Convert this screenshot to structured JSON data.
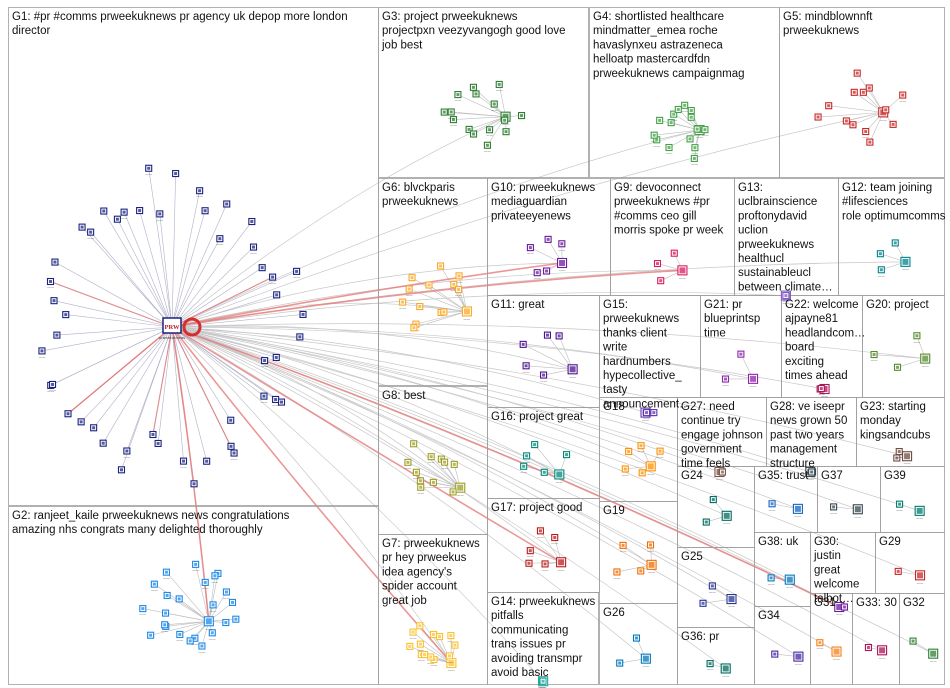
{
  "groups": [
    {
      "id": "G1",
      "label": "G1: #pr #comms prweekuknews pr agency uk depop more london director",
      "color": "#1a237e",
      "nodes": 48
    },
    {
      "id": "G2",
      "label": "G2: ranjeet_kaile prweekuknews news congratulations amazing nhs congrats many delighted thoroughly",
      "color": "#1e88e5",
      "nodes": 24
    },
    {
      "id": "G3",
      "label": "G3: project prweekuknews projectpxn veezyvangogh good love job best",
      "color": "#2e7d32",
      "nodes": 16
    },
    {
      "id": "G4",
      "label": "G4: shortlisted healthcare mindmatter_emea roche havaslynxeu astrazeneca helloatp mastercardfdn prweekuknews campaignmag",
      "color": "#43a047",
      "nodes": 16
    },
    {
      "id": "G5",
      "label": "G5: mindblownnft prweekuknews",
      "color": "#c62828",
      "nodes": 14
    },
    {
      "id": "G6",
      "label": "G6: blvckparis prweekuknews",
      "color": "#f9a825",
      "nodes": 14
    },
    {
      "id": "G7",
      "label": "G7: prweekuknews pr hey prweekus idea agency's spider account great job",
      "color": "#fbc02d",
      "nodes": 14
    },
    {
      "id": "G8",
      "label": "G8: best",
      "color": "#9e9d24",
      "nodes": 12
    },
    {
      "id": "G9",
      "label": "G9: devoconnect prweekuknews #pr #comms ceo gill morris spoke pr week",
      "color": "#d81b60",
      "nodes": 4
    },
    {
      "id": "G10",
      "label": "G10: prweekuknews mediaguardian privateeyenews",
      "color": "#6a1b9a",
      "nodes": 6
    },
    {
      "id": "G11",
      "label": "G11: great",
      "color": "#4a148c",
      "nodes": 6
    },
    {
      "id": "G12",
      "label": "G12: team joining #lifesciences role optimumcomms",
      "color": "#00838f",
      "nodes": 4
    },
    {
      "id": "G13",
      "label": "G13: uclbrainscience proftonydavid uclion prweekuknews healthucl sustainableucl between climate…",
      "color": "#7e57c2",
      "nodes": 5
    },
    {
      "id": "G14",
      "label": "G14: prweekuknews pitfalls communicating trans issues pr avoiding transmpr avoid basic",
      "color": "#26a69a",
      "nodes": 7
    },
    {
      "id": "G15",
      "label": "G15: prweekuknews thanks client write hardnumbers hypecollective_ tasty announcement…",
      "color": "#5e35b1",
      "nodes": 4
    },
    {
      "id": "G16",
      "label": "G16: project great",
      "color": "#00897b",
      "nodes": 6
    },
    {
      "id": "G17",
      "label": "G17: project good",
      "color": "#b71c1c",
      "nodes": 6
    },
    {
      "id": "G18",
      "label": "G18",
      "color": "#ff8f00",
      "nodes": 6
    },
    {
      "id": "G19",
      "label": "G19",
      "color": "#ef6c00",
      "nodes": 5
    },
    {
      "id": "G20",
      "label": "G20: project",
      "color": "#558b2f",
      "nodes": 4
    },
    {
      "id": "G21",
      "label": "G21: pr blueprintsp time",
      "color": "#8e24aa",
      "nodes": 3
    },
    {
      "id": "G22",
      "label": "G22: welcome ajpayne81 headlandcom… board exciting times ahead",
      "color": "#ad1457",
      "nodes": 3
    },
    {
      "id": "G23",
      "label": "G23: starting monday kingsandcubs",
      "color": "#6d4c41",
      "nodes": 3
    },
    {
      "id": "G24",
      "label": "G24",
      "color": "#00695c",
      "nodes": 3
    },
    {
      "id": "G25",
      "label": "G25",
      "color": "#283593",
      "nodes": 3
    },
    {
      "id": "G26",
      "label": "G26",
      "color": "#0277bd",
      "nodes": 3
    },
    {
      "id": "G27",
      "label": "G27: need continue try engage johnson government time feels",
      "color": "#795548",
      "nodes": 3
    },
    {
      "id": "G28",
      "label": "G28: ve iseepr news grown 50 past two years management structure",
      "color": "#37474f",
      "nodes": 3
    },
    {
      "id": "G29",
      "label": "G29",
      "color": "#c62828",
      "nodes": 2
    },
    {
      "id": "G30",
      "label": "G30: justin great welcome talbot…",
      "color": "#6a1b9a",
      "nodes": 2
    },
    {
      "id": "G31",
      "label": "G31",
      "color": "#f57f17",
      "nodes": 2
    },
    {
      "id": "G32",
      "label": "G32",
      "color": "#2e7d32",
      "nodes": 2
    },
    {
      "id": "G33",
      "label": "G33: 30",
      "color": "#ad1457",
      "nodes": 2
    },
    {
      "id": "G34",
      "label": "G34",
      "color": "#4527a0",
      "nodes": 2
    },
    {
      "id": "G35",
      "label": "G35: trust",
      "color": "#1565c0",
      "nodes": 2
    },
    {
      "id": "G36",
      "label": "G36: pr",
      "color": "#00695c",
      "nodes": 2
    },
    {
      "id": "G37",
      "label": "G37",
      "color": "#37474f",
      "nodes": 2
    },
    {
      "id": "G38",
      "label": "G38: uk",
      "color": "#0277bd",
      "nodes": 2
    },
    {
      "id": "G39",
      "label": "G39",
      "color": "#00796b",
      "nodes": 2
    }
  ],
  "hub": {
    "logo_text": "PRW",
    "label": "prweekuknews"
  }
}
